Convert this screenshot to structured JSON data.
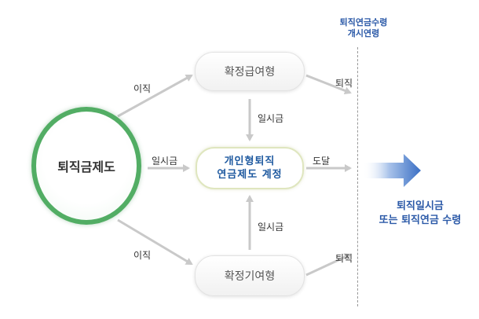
{
  "header": {
    "line1": "퇴직연금수령",
    "line2": "개시연령"
  },
  "nodes": {
    "retirement_system": "퇴직금제도",
    "defined_benefit": "확정급여형",
    "defined_contribution": "확정기여형",
    "irp_line1": "개인형퇴직",
    "irp_line2": "연금제도 계정"
  },
  "edge_labels": {
    "to_db": "이직",
    "to_irp": "일시금",
    "to_dc": "이직",
    "db_to_irp": "일시금",
    "dc_to_irp": "일시금",
    "db_exit": "퇴직",
    "irp_exit": "도달",
    "dc_exit": "퇴직"
  },
  "result": {
    "line1": "퇴직일시금",
    "line2": "또는 퇴직연금 수령"
  },
  "colors": {
    "circle_border": "#52ad64",
    "header_text": "#2c5aa8",
    "irp_text": "#1f5aa0",
    "arrow": "#c9c9c9",
    "result_arrow": "#3a6fc4"
  }
}
